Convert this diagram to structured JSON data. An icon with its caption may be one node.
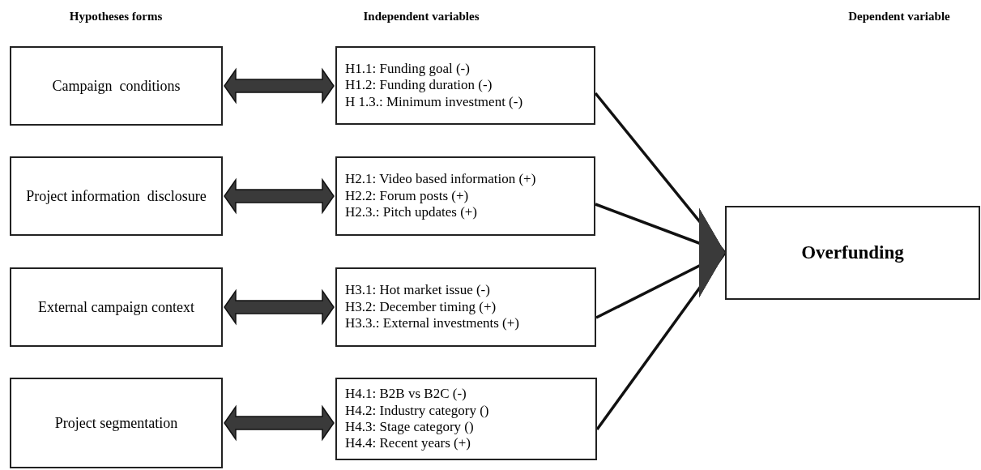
{
  "diagram": {
    "nodes": [
      {
        "text": [
          "Campaign  conditions"
        ]
      },
      {
        "text": [
          "Project information  disclosure"
        ]
      },
      {
        "text": [
          "External campaign context"
        ]
      },
      {
        "text": [
          "Project segmentation"
        ]
      },
      {
        "text": [
          "H1.1: Funding goal (-)",
          "H1.2: Funding duration (-)",
          "H 1.3.: Minimum investment (-)"
        ]
      },
      {
        "text": [
          "H2.1: Video based information (+)",
          "H2.2: Forum posts (+)",
          "H2.3.: Pitch updates (+)"
        ]
      },
      {
        "text": [
          "H3.1: Hot market issue (-)",
          "H3.2: December timing (+)",
          "H3.3.: External investments (+)"
        ]
      },
      {
        "text": [
          "H4.1: B2B vs B2C (-)",
          "H4.2: Industry category ()",
          "H4.3: Stage category ()",
          "H4.4: Recent years (+)"
        ]
      },
      {
        "text": [
          "Overfunding"
        ]
      }
    ],
    "edges": [
      {
        "from": 0,
        "to": 4,
        "arrow": "both",
        "style": "thick"
      },
      {
        "from": 1,
        "to": 5,
        "arrow": "both",
        "style": "thick"
      },
      {
        "from": 2,
        "to": 6,
        "arrow": "both",
        "style": "thick"
      },
      {
        "from": 3,
        "to": 7,
        "arrow": "both",
        "style": "thick"
      },
      {
        "from": 4,
        "to": 8,
        "arrow": "to"
      },
      {
        "from": 5,
        "to": 8,
        "arrow": "to"
      },
      {
        "from": 6,
        "to": 8,
        "arrow": "to"
      },
      {
        "from": 7,
        "to": 8,
        "arrow": "to"
      }
    ],
    "labels": [
      "Hypotheses forms",
      "Independent variables",
      "Dependent variable"
    ]
  }
}
